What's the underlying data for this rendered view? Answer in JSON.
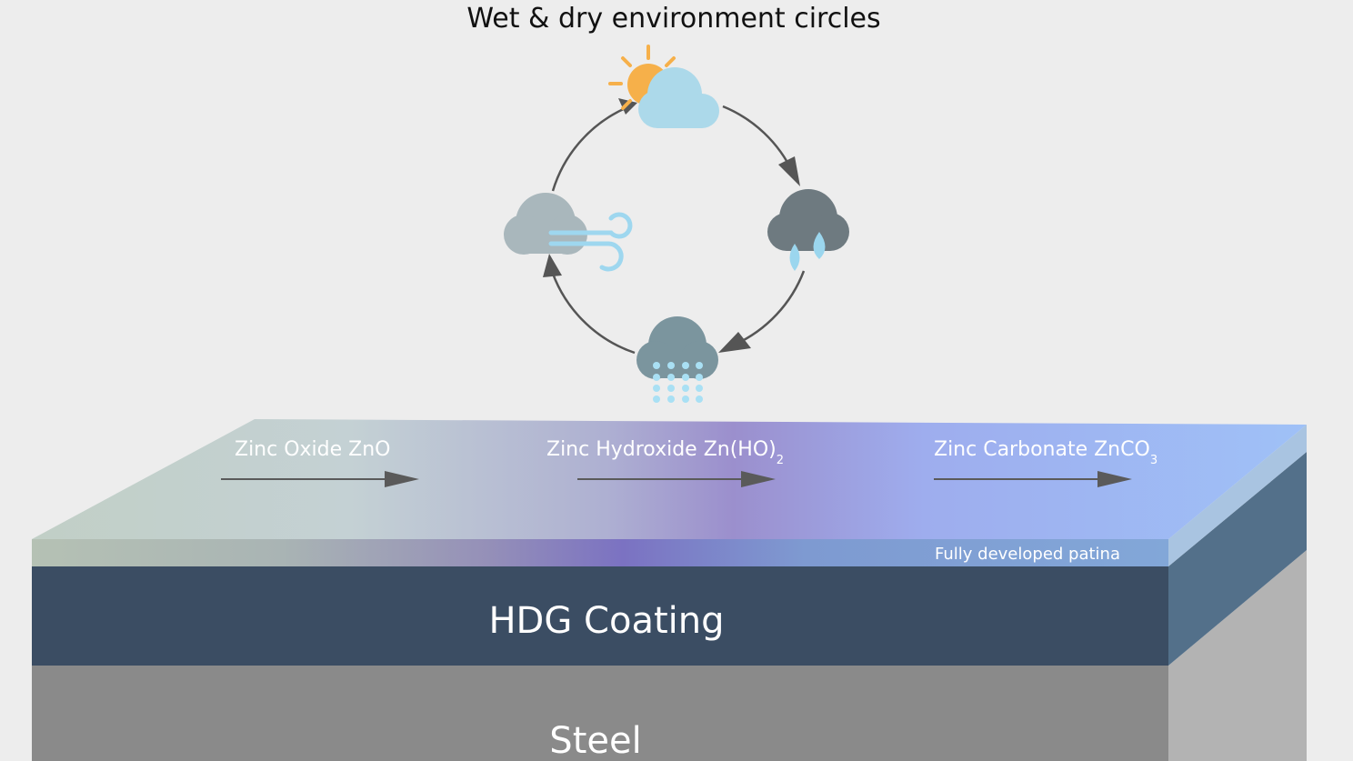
{
  "title": "Wet & dry environment circles",
  "cycle": {
    "stages": [
      {
        "icon": "sun-cloud-icon"
      },
      {
        "icon": "rain-cloud-icon"
      },
      {
        "icon": "snow-cloud-icon"
      },
      {
        "icon": "wind-cloud-icon"
      }
    ]
  },
  "compounds": [
    {
      "label": "Zinc Oxide ZnO",
      "sub": ""
    },
    {
      "label": "Zinc Hydroxide Zn(HO)",
      "sub": "2"
    },
    {
      "label": "Zinc Carbonate ZnCO",
      "sub": "3"
    }
  ],
  "patina_label": "Fully developed patina",
  "layers": {
    "coating": "HDG Coating",
    "base": "Steel"
  },
  "colors": {
    "background": "#ededed",
    "coating_front": "#3b4d63",
    "coating_side": "#53708a",
    "steel_front": "#8a8a8a",
    "steel_side": "#b3b3b3",
    "top_start": "#c3d2cc",
    "top_mid": "#9a8fcc",
    "top_end": "#9cbcf5",
    "arrow": "#5a5a5a"
  }
}
